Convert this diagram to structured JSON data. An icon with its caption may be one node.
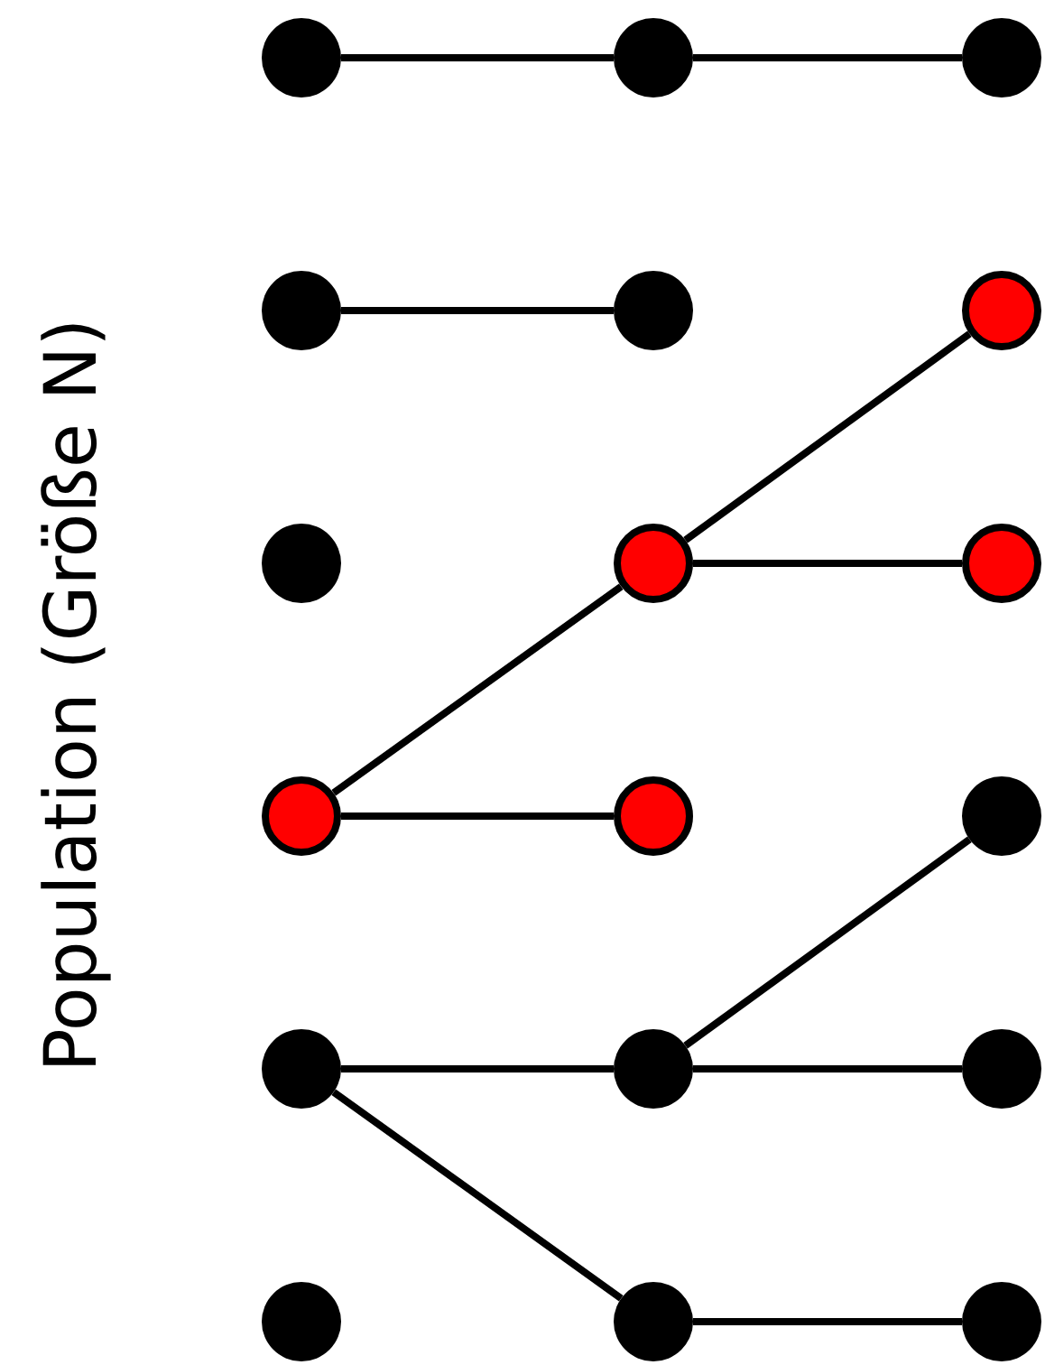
{
  "diagram": {
    "nodes": [
      {
        "text": [],
        "shape": "circle"
      },
      {
        "text": [],
        "shape": "circle"
      },
      {
        "text": [],
        "shape": "circle"
      },
      {
        "text": [],
        "shape": "circle"
      },
      {
        "text": [],
        "shape": "circle"
      },
      {
        "text": [],
        "shape": "circle"
      },
      {
        "text": [],
        "shape": "circle"
      },
      {
        "text": [],
        "shape": "circle"
      },
      {
        "text": [],
        "shape": "circle"
      },
      {
        "text": [],
        "shape": "circle"
      },
      {
        "text": [],
        "shape": "circle"
      },
      {
        "text": [],
        "shape": "circle"
      },
      {
        "text": [],
        "shape": "circle"
      },
      {
        "text": [],
        "shape": "circle"
      },
      {
        "text": [],
        "shape": "circle"
      },
      {
        "text": [],
        "shape": "circle"
      },
      {
        "text": [],
        "shape": "circle"
      },
      {
        "text": [],
        "shape": "circle"
      }
    ],
    "edges": [
      {
        "from": 0,
        "to": 1,
        "arrow": "none"
      },
      {
        "from": 1,
        "to": 2,
        "arrow": "none"
      },
      {
        "from": 3,
        "to": 4,
        "arrow": "none"
      },
      {
        "from": 9,
        "to": 7,
        "arrow": "none"
      },
      {
        "from": 7,
        "to": 5,
        "arrow": "none"
      },
      {
        "from": 7,
        "to": 8,
        "arrow": "none"
      },
      {
        "from": 9,
        "to": 10,
        "arrow": "none"
      },
      {
        "from": 12,
        "to": 13,
        "arrow": "none"
      },
      {
        "from": 13,
        "to": 11,
        "arrow": "none"
      },
      {
        "from": 13,
        "to": 14,
        "arrow": "none"
      },
      {
        "from": 12,
        "to": 16,
        "arrow": "none"
      },
      {
        "from": 16,
        "to": 17,
        "arrow": "none"
      }
    ],
    "labels": [
      "Population (Größe N)"
    ]
  }
}
